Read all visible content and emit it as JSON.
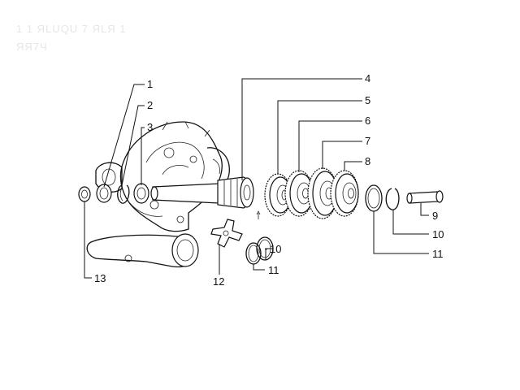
{
  "header": {
    "line1": "1 1 ЯLUQU 7 ЯLЯ 1",
    "line2": "ЯЯ7Ч"
  },
  "callouts": [
    {
      "id": "1",
      "label": "1"
    },
    {
      "id": "2",
      "label": "2"
    },
    {
      "id": "3",
      "label": "3"
    },
    {
      "id": "4",
      "label": "4"
    },
    {
      "id": "5",
      "label": "5"
    },
    {
      "id": "6",
      "label": "6"
    },
    {
      "id": "7",
      "label": "7"
    },
    {
      "id": "8",
      "label": "8"
    },
    {
      "id": "9",
      "label": "9"
    },
    {
      "id": "10a",
      "label": "10"
    },
    {
      "id": "11a",
      "label": "11"
    },
    {
      "id": "10b",
      "label": "10"
    },
    {
      "id": "11b",
      "label": "11"
    },
    {
      "id": "12",
      "label": "12"
    },
    {
      "id": "13",
      "label": "13"
    }
  ],
  "colors": {
    "ink": "#111111",
    "background": "#ffffff",
    "faded_header": "#e6e6e6"
  }
}
